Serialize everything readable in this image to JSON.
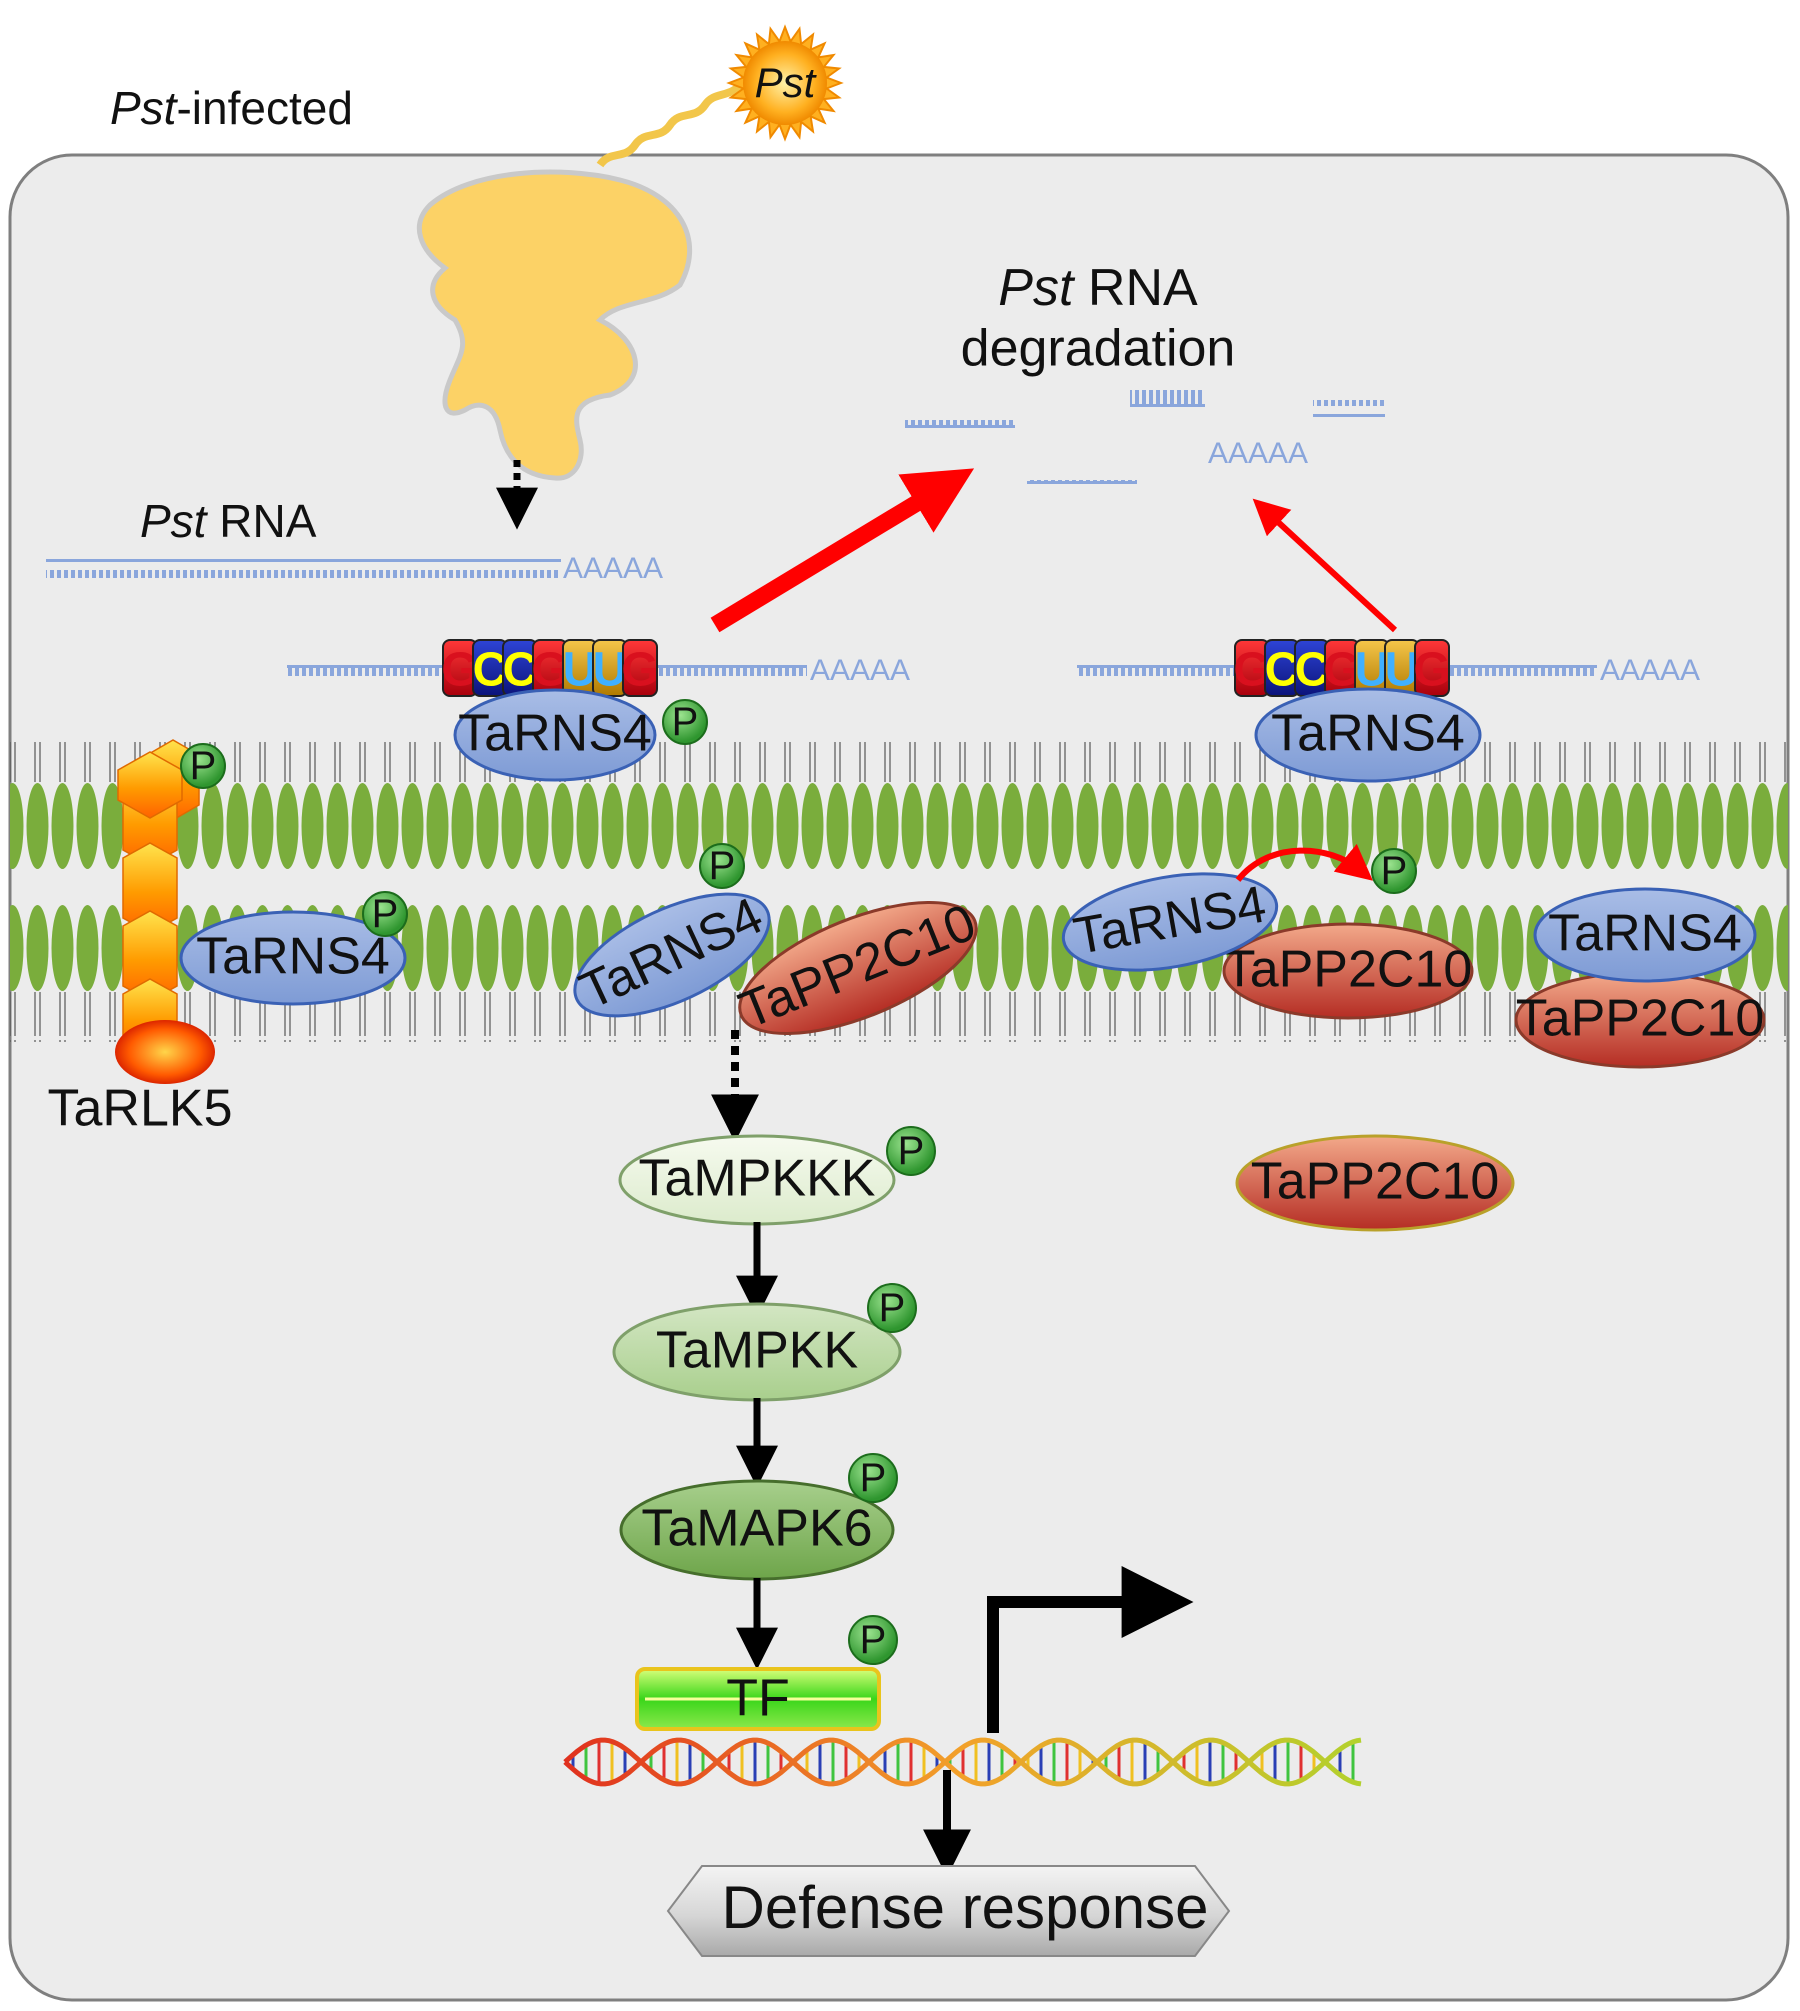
{
  "header": {
    "infected_prefix": "Pst",
    "infected_suffix": "-infected"
  },
  "pathogen": {
    "label": "Pst"
  },
  "rna": {
    "label_prefix": "Pst",
    "label_suffix": " RNA",
    "poly_a": "AAAAA",
    "motif": [
      "G",
      "C",
      "C",
      "G",
      "U",
      "U",
      "G"
    ]
  },
  "degradation": {
    "line1_prefix": "Pst",
    "line1_suffix": "  RNA",
    "line2": "degradation"
  },
  "proteins": {
    "tarns4": "TaRNS4",
    "tapp2c10": "TaPP2C10",
    "tarlk5": "TaRLK5",
    "phospho": "P",
    "mapkkk": "TaMPKKK",
    "mapkk": "TaMPKK",
    "mapk6": "TaMAPK6",
    "tf": "TF"
  },
  "output": {
    "defense": "Defense response"
  },
  "colors": {
    "cell_fill": "#ececec",
    "cell_stroke": "#7f7f7f",
    "membrane_green": "#7aad3c",
    "rns4_blue": "#8fa9dc",
    "pp2c10_red": "#c9604a",
    "mapk_green": "#b4d49e",
    "phospho_green": "#3fa33f",
    "arrow_red": "#ff0000",
    "rna_blue": "#8aa6dc",
    "nuc_g": "#d9101e",
    "nuc_c": "#1b2aa8",
    "nuc_u": "#d6a21a"
  }
}
